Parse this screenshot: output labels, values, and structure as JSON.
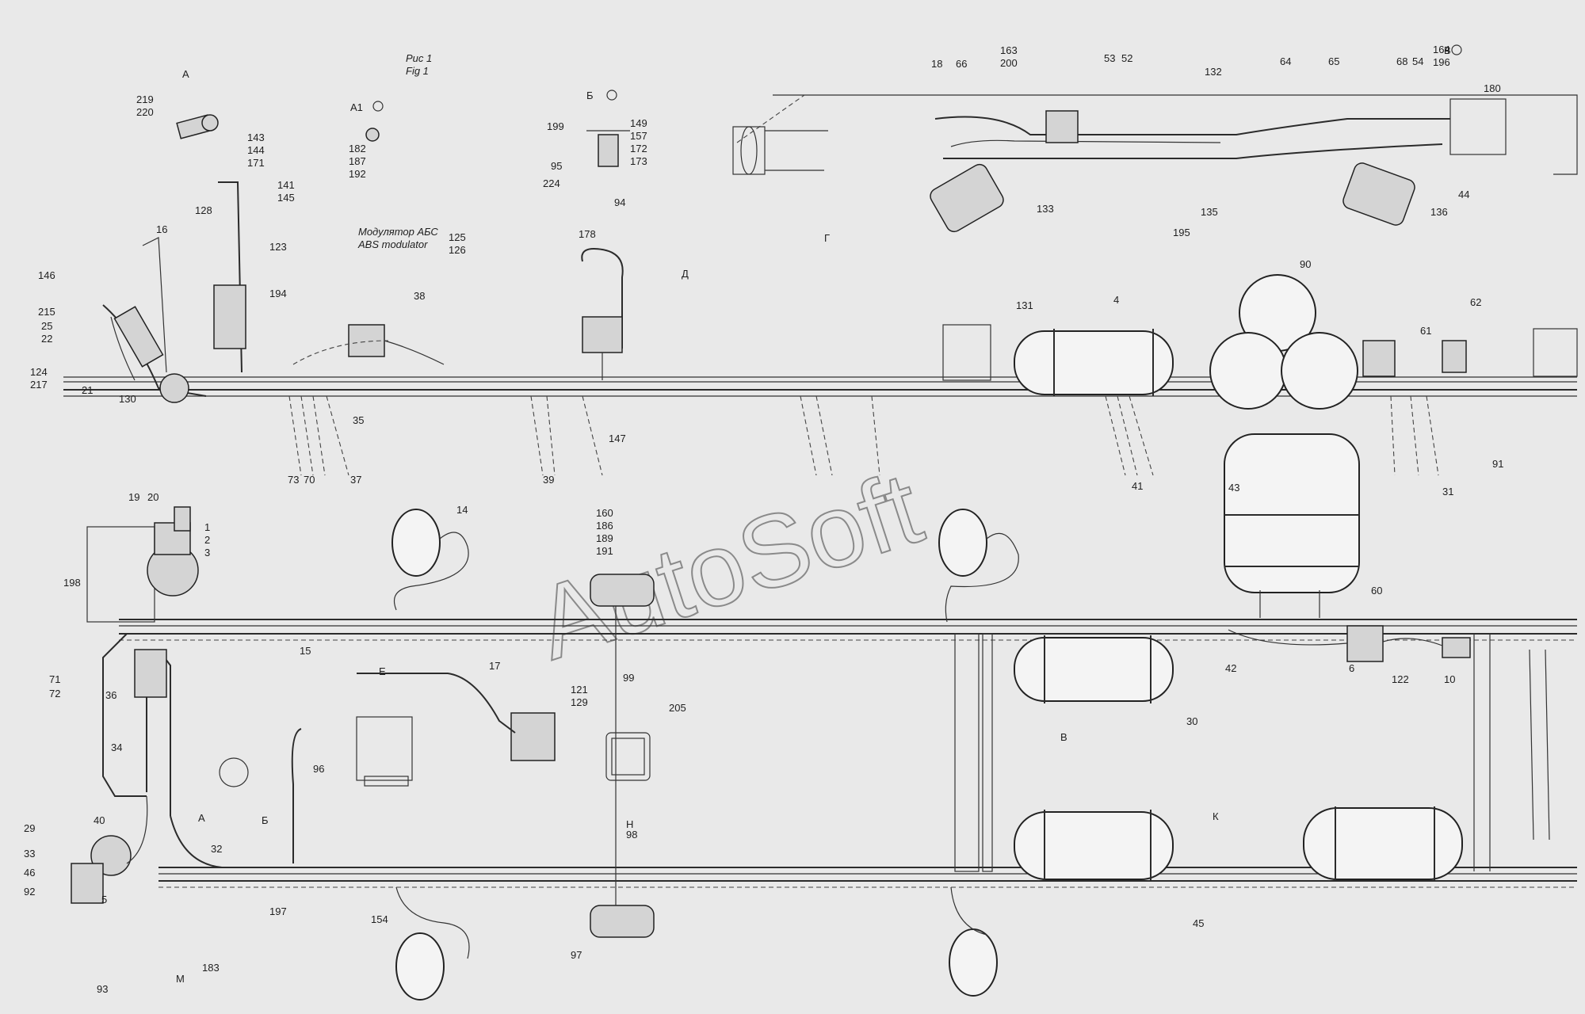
{
  "figure": {
    "title_ru": "Рис 1",
    "title_en": "Fig 1"
  },
  "watermark": "AutoSoft",
  "views": {
    "a": "А",
    "a1": "А1",
    "b": "Б",
    "v": "В",
    "g": "Г",
    "d": "Д",
    "e": "Е",
    "k": "К",
    "n": "Н",
    "m": "М"
  },
  "modulator": {
    "ru": "Модулятор АБС",
    "en": "ABS modulator"
  },
  "callouts": [
    {
      "id": "c1",
      "text": "219"
    },
    {
      "id": "c2",
      "text": "220"
    },
    {
      "id": "c3",
      "text": "143"
    },
    {
      "id": "c4",
      "text": "144"
    },
    {
      "id": "c5",
      "text": "171"
    },
    {
      "id": "c6",
      "text": "182"
    },
    {
      "id": "c7",
      "text": "187"
    },
    {
      "id": "c8",
      "text": "192"
    },
    {
      "id": "c9",
      "text": "199"
    },
    {
      "id": "c10",
      "text": "95"
    },
    {
      "id": "c11",
      "text": "224"
    },
    {
      "id": "c12",
      "text": "149"
    },
    {
      "id": "c13",
      "text": "157"
    },
    {
      "id": "c14",
      "text": "172"
    },
    {
      "id": "c15",
      "text": "173"
    },
    {
      "id": "c16",
      "text": "94"
    },
    {
      "id": "c17",
      "text": "141"
    },
    {
      "id": "c18",
      "text": "145"
    },
    {
      "id": "c19",
      "text": "128"
    },
    {
      "id": "c20",
      "text": "16"
    },
    {
      "id": "c21",
      "text": "123"
    },
    {
      "id": "c22",
      "text": "194"
    },
    {
      "id": "c23",
      "text": "146"
    },
    {
      "id": "c24",
      "text": "215"
    },
    {
      "id": "c25",
      "text": "25"
    },
    {
      "id": "c26",
      "text": "22"
    },
    {
      "id": "c27",
      "text": "124"
    },
    {
      "id": "c28",
      "text": "217"
    },
    {
      "id": "c29",
      "text": "21"
    },
    {
      "id": "c30",
      "text": "130"
    },
    {
      "id": "c31",
      "text": "125"
    },
    {
      "id": "c32",
      "text": "126"
    },
    {
      "id": "c33",
      "text": "38"
    },
    {
      "id": "c34",
      "text": "35"
    },
    {
      "id": "c35",
      "text": "178"
    },
    {
      "id": "c36",
      "text": "147"
    },
    {
      "id": "c37",
      "text": "73"
    },
    {
      "id": "c38",
      "text": "70"
    },
    {
      "id": "c39",
      "text": "37"
    },
    {
      "id": "c40",
      "text": "39"
    },
    {
      "id": "c41",
      "text": "18"
    },
    {
      "id": "c42",
      "text": "66"
    },
    {
      "id": "c43",
      "text": "163"
    },
    {
      "id": "c44",
      "text": "200"
    },
    {
      "id": "c45",
      "text": "53"
    },
    {
      "id": "c46",
      "text": "52"
    },
    {
      "id": "c47",
      "text": "132"
    },
    {
      "id": "c48",
      "text": "64"
    },
    {
      "id": "c49",
      "text": "65"
    },
    {
      "id": "c50",
      "text": "68"
    },
    {
      "id": "c51",
      "text": "54"
    },
    {
      "id": "c52",
      "text": "164"
    },
    {
      "id": "c53",
      "text": "196"
    },
    {
      "id": "c54",
      "text": "180"
    },
    {
      "id": "c55",
      "text": "44"
    },
    {
      "id": "c56",
      "text": "133"
    },
    {
      "id": "c57",
      "text": "195"
    },
    {
      "id": "c58",
      "text": "135"
    },
    {
      "id": "c59",
      "text": "136"
    },
    {
      "id": "c60",
      "text": "131"
    },
    {
      "id": "c61",
      "text": "4"
    },
    {
      "id": "c62",
      "text": "90"
    },
    {
      "id": "c63",
      "text": "61"
    },
    {
      "id": "c64",
      "text": "62"
    },
    {
      "id": "c65",
      "text": "91"
    },
    {
      "id": "c66",
      "text": "41"
    },
    {
      "id": "c67",
      "text": "43"
    },
    {
      "id": "c68",
      "text": "31"
    },
    {
      "id": "c69",
      "text": "19"
    },
    {
      "id": "c70",
      "text": "20"
    },
    {
      "id": "c71",
      "text": "1"
    },
    {
      "id": "c72",
      "text": "2"
    },
    {
      "id": "c73",
      "text": "3"
    },
    {
      "id": "c74",
      "text": "198"
    },
    {
      "id": "c75",
      "text": "14"
    },
    {
      "id": "c76",
      "text": "160"
    },
    {
      "id": "c77",
      "text": "186"
    },
    {
      "id": "c78",
      "text": "189"
    },
    {
      "id": "c79",
      "text": "191"
    },
    {
      "id": "c80",
      "text": "71"
    },
    {
      "id": "c81",
      "text": "72"
    },
    {
      "id": "c82",
      "text": "36"
    },
    {
      "id": "c83",
      "text": "34"
    },
    {
      "id": "c84",
      "text": "15"
    },
    {
      "id": "c85",
      "text": "17"
    },
    {
      "id": "c86",
      "text": "121"
    },
    {
      "id": "c87",
      "text": "129"
    },
    {
      "id": "c88",
      "text": "99"
    },
    {
      "id": "c89",
      "text": "205"
    },
    {
      "id": "c90",
      "text": "96"
    },
    {
      "id": "c91",
      "text": "60"
    },
    {
      "id": "c92",
      "text": "42"
    },
    {
      "id": "c93",
      "text": "30"
    },
    {
      "id": "c94",
      "text": "6"
    },
    {
      "id": "c95",
      "text": "10"
    },
    {
      "id": "c96",
      "text": "122"
    },
    {
      "id": "c97",
      "text": "40"
    },
    {
      "id": "c98",
      "text": "29"
    },
    {
      "id": "c99",
      "text": "33"
    },
    {
      "id": "c100",
      "text": "46"
    },
    {
      "id": "c101",
      "text": "92"
    },
    {
      "id": "c102",
      "text": "5"
    },
    {
      "id": "c103",
      "text": "93"
    },
    {
      "id": "c104",
      "text": "32"
    },
    {
      "id": "c105",
      "text": "197"
    },
    {
      "id": "c106",
      "text": "98"
    },
    {
      "id": "c107",
      "text": "97"
    },
    {
      "id": "c108",
      "text": "183"
    },
    {
      "id": "c109",
      "text": "45"
    },
    {
      "id": "c110",
      "text": "154"
    }
  ]
}
